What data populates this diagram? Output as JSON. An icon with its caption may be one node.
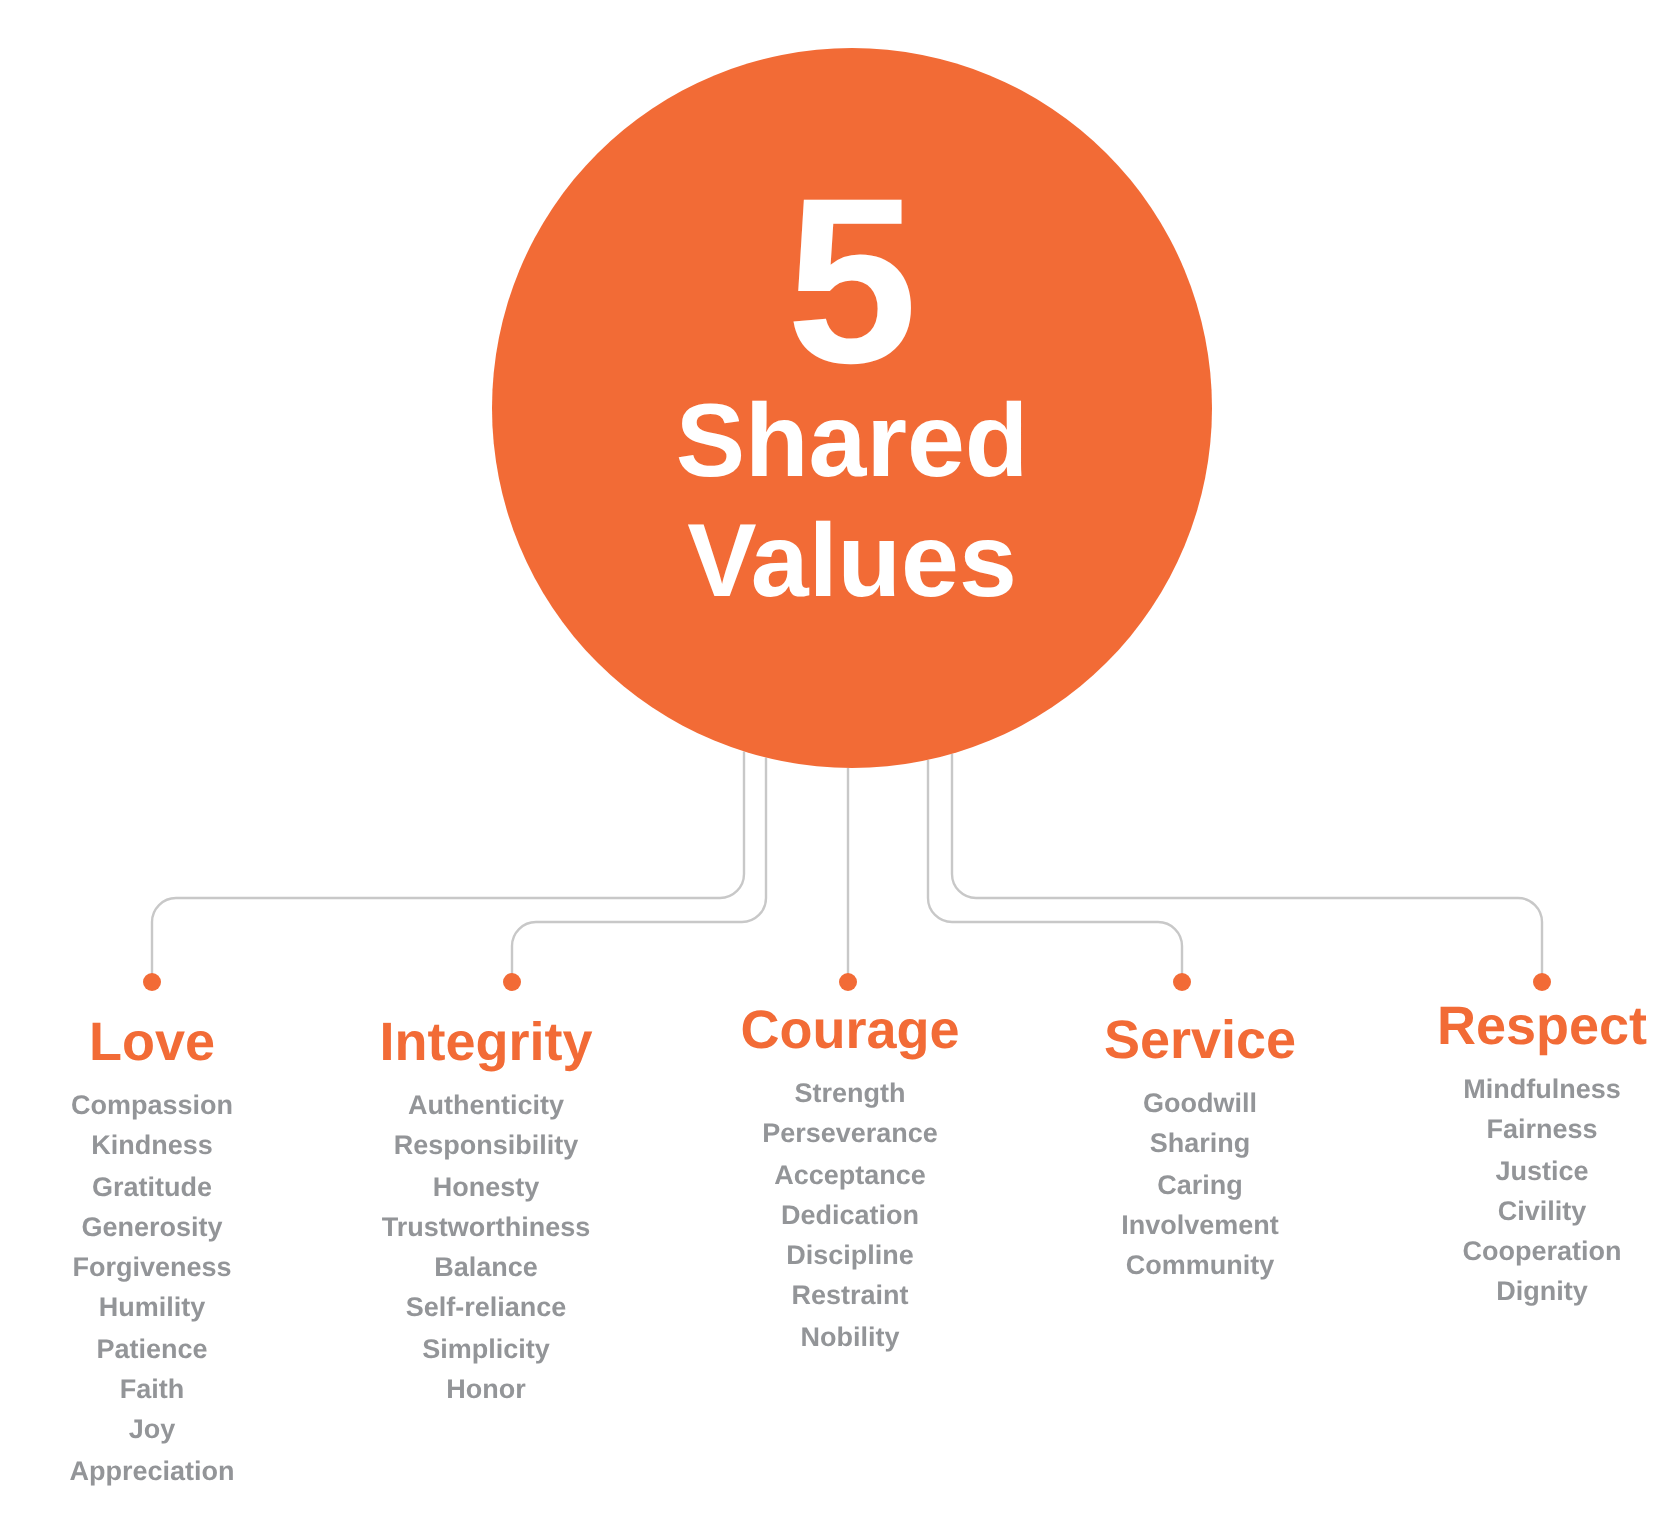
{
  "diagram": {
    "nodes": [
      {
        "text": [
          "5",
          "Shared Values"
        ]
      },
      {
        "text": [
          "Love",
          "Compassion",
          "Kindness",
          "Gratitude",
          "Generosity",
          "Forgiveness",
          "Humility",
          "Patience",
          "Faith",
          "Joy",
          "Appreciation"
        ]
      },
      {
        "text": [
          "Integrity",
          "Authenticity",
          "Responsibility",
          "Honesty",
          "Trustworthiness",
          "Balance",
          "Self-reliance",
          "Simplicity",
          "Honor"
        ]
      },
      {
        "text": [
          "Courage",
          "Strength",
          "Perseverance",
          "Acceptance",
          "Dedication",
          "Discipline",
          "Restraint",
          "Nobility"
        ]
      },
      {
        "text": [
          "Service",
          "Goodwill",
          "Sharing",
          "Caring",
          "Involvement",
          "Community"
        ]
      },
      {
        "text": [
          "Respect",
          "Mindfulness",
          "Fairness",
          "Justice",
          "Civility",
          "Cooperation",
          "Dignity"
        ]
      }
    ],
    "edges": [
      {
        "from": 0,
        "to": 1,
        "arrow": "other"
      },
      {
        "from": 0,
        "to": 2,
        "arrow": "other"
      },
      {
        "from": 0,
        "to": 3,
        "arrow": "other"
      },
      {
        "from": 0,
        "to": 4,
        "arrow": "other"
      },
      {
        "from": 0,
        "to": 5,
        "arrow": "other"
      }
    ]
  }
}
